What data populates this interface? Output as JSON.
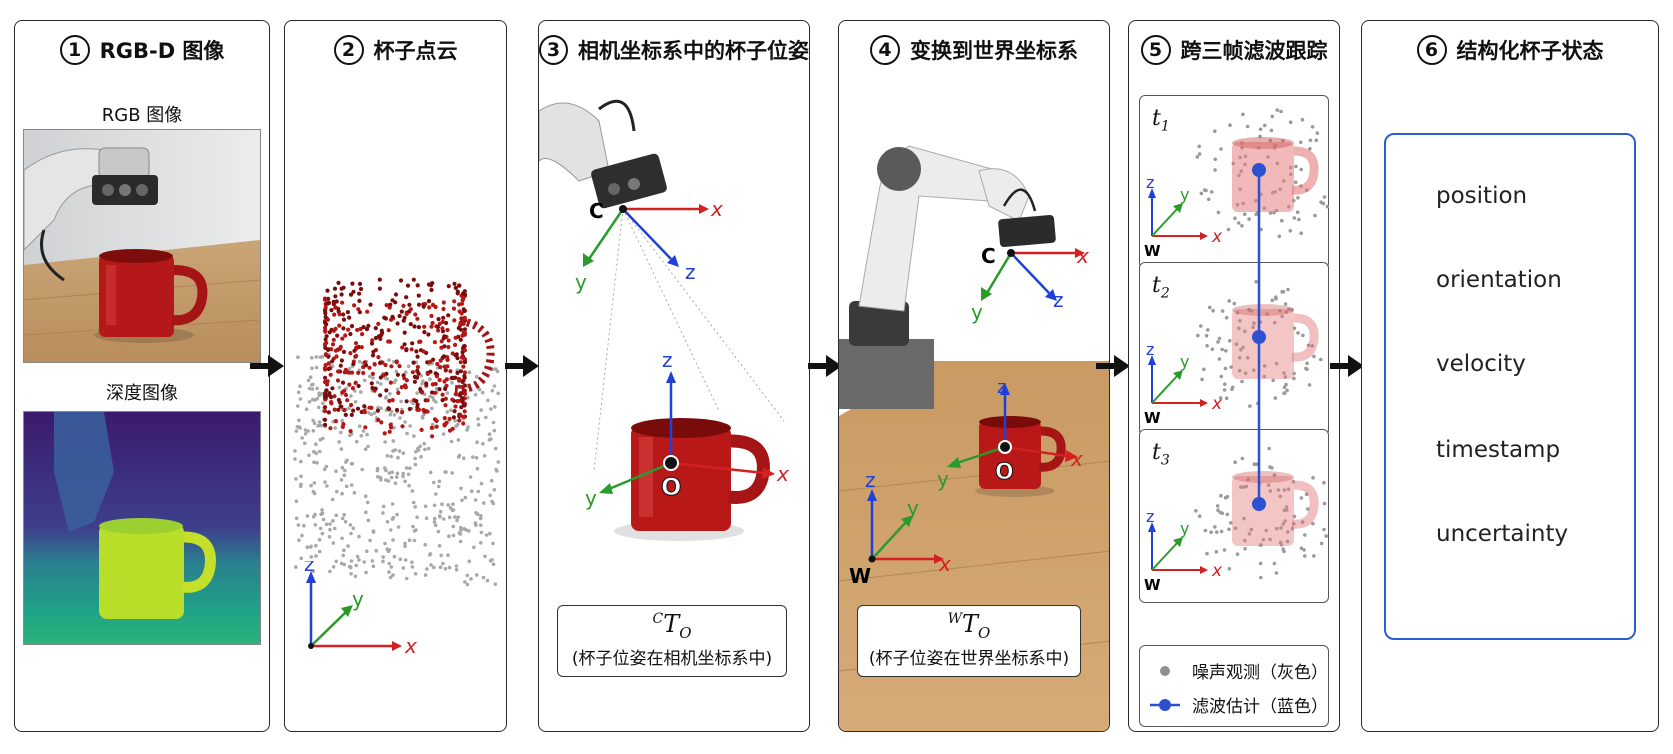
{
  "panels": [
    {
      "number": "1",
      "title": "RGB-D 图像",
      "rgb_label": "RGB 图像",
      "depth_label": "深度图像"
    },
    {
      "number": "2",
      "title": "杯子点云"
    },
    {
      "number": "3",
      "title": "相机坐标系中的杯子位姿",
      "caption_symbol_sup": "C",
      "caption_symbol_main": "T",
      "caption_symbol_sub": "O",
      "caption_text": "(杯子位姿在相机坐标系中)"
    },
    {
      "number": "4",
      "title": "变换到世界坐标系",
      "caption_symbol_sup": "W",
      "caption_symbol_main": "T",
      "caption_symbol_sub": "O",
      "caption_text": "(杯子位姿在世界坐标系中)"
    },
    {
      "number": "5",
      "title": "跨三帧滤波跟踪",
      "frames": [
        "t1",
        "t2",
        "t3"
      ],
      "frame_base": "t",
      "frame_subs": [
        "1",
        "2",
        "3"
      ],
      "legend_noise": "噪声观测（灰色）",
      "legend_filter": "滤波估计（蓝色）"
    },
    {
      "number": "6",
      "title": "结构化杯子状态",
      "states": [
        "position",
        "orientation",
        "velocity",
        "timestamp",
        "uncertainty"
      ]
    }
  ],
  "axes": {
    "x": "x",
    "y": "y",
    "z": "z",
    "camera": "C",
    "object": "O",
    "world": "W"
  },
  "colors": {
    "x_axis": "#d42020",
    "y_axis": "#2a9a2a",
    "z_axis": "#2040d8",
    "mug": "#b81818",
    "filter": "#2b50d0",
    "noise": "#909090",
    "state_border": "#2b5fd1"
  }
}
